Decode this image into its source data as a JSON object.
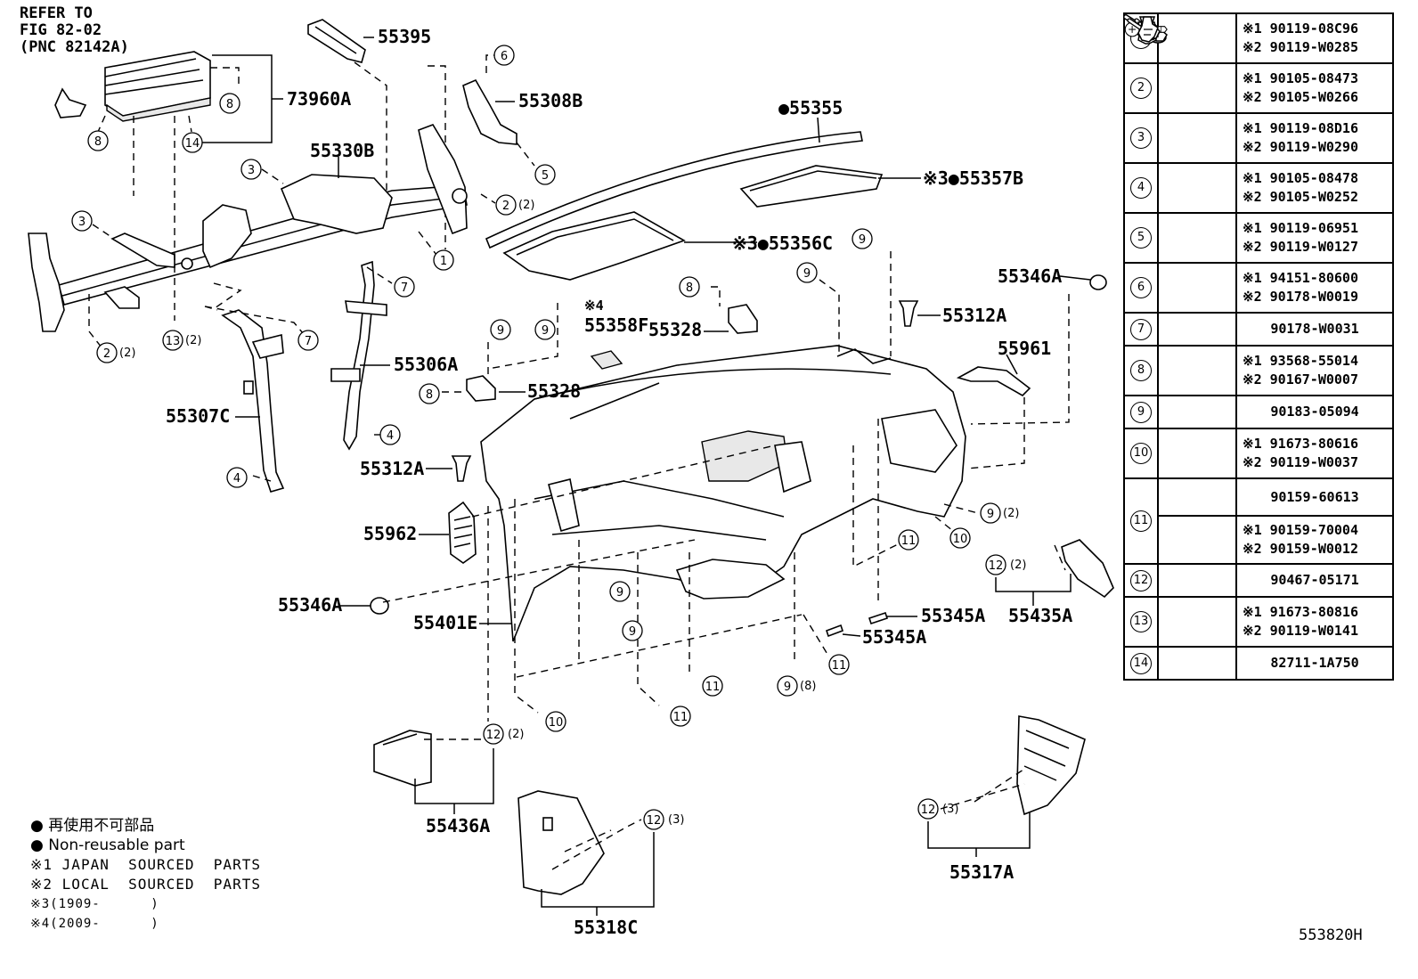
{
  "ref_note": {
    "line1": "REFER TO",
    "line2": "FIG 82-02",
    "line3": "(PNC 82142A)"
  },
  "diagram_code": "553820H",
  "labels": {
    "p55395": "55395",
    "p73960A": "73960A",
    "p55308B": "55308B",
    "p55330B": "55330B",
    "p55355": "●55355",
    "p55357B": "※3●55357B",
    "p55356C": "※3●55356C",
    "p55346A_r": "55346A",
    "p55312A_r": "55312A",
    "p55961": "55961",
    "p55328_a": "55328",
    "p55358F": "55358F",
    "p55358F_note": "※4",
    "p55328_b": "55328",
    "p55306A": "55306A",
    "p55307C": "55307C",
    "p55312A_l": "55312A",
    "p55962": "55962",
    "p55346A_l": "55346A",
    "p55401E": "55401E",
    "p55345A_a": "55345A",
    "p55345A_b": "55345A",
    "p55435A": "55435A",
    "p55436A": "55436A",
    "p55318C": "55318C",
    "p55317A": "55317A"
  },
  "callouts": {
    "qty2": "(2)",
    "qty3": "(3)",
    "qty8": "(8)"
  },
  "table": [
    {
      "num": "1",
      "icon": "flange-bolt-icon",
      "codes": [
        "※1 90119-08C96",
        "※2 90119-W0285"
      ]
    },
    {
      "num": "2",
      "icon": "long-bolt-icon",
      "codes": [
        "※1 90105-08473",
        "※2 90105-W0266"
      ]
    },
    {
      "num": "3",
      "icon": "flange-bolt-icon",
      "codes": [
        "※1 90119-08D16",
        "※2 90119-W0290"
      ]
    },
    {
      "num": "4",
      "icon": "short-bolt-icon",
      "codes": [
        "※1 90105-08478",
        "※2 90105-W0252"
      ]
    },
    {
      "num": "5",
      "icon": "flange-bolt-icon",
      "codes": [
        "※1 90119-06951",
        "※2 90119-W0127"
      ]
    },
    {
      "num": "6",
      "icon": "nut-icon",
      "codes": [
        "※1 94151-80600",
        "※2 90178-W0019"
      ]
    },
    {
      "num": "7",
      "icon": "nut-icon",
      "codes": [
        "90178-W0031"
      ]
    },
    {
      "num": "8",
      "icon": "short-bolt-icon",
      "codes": [
        "※1 93568-55014",
        "※2 90167-W0007"
      ]
    },
    {
      "num": "9",
      "icon": "clip-nut-icon",
      "codes": [
        "90183-05094"
      ]
    },
    {
      "num": "10",
      "icon": "flange-bolt-icon",
      "codes": [
        "※1 91673-80616",
        "※2 90119-W0037"
      ]
    },
    {
      "num": "11",
      "icon": "screw-icon",
      "codes": [
        "90159-60613",
        "※1 90159-70004",
        "※2 90159-W0012"
      ]
    },
    {
      "num": "12",
      "icon": "clip-icon",
      "codes": [
        "90467-05171"
      ]
    },
    {
      "num": "13",
      "icon": "flange-bolt-icon",
      "codes": [
        "※1 91673-80816",
        "※2 90119-W0141"
      ]
    },
    {
      "num": "14",
      "icon": "clamp-icon",
      "codes": [
        "82711-1A750"
      ]
    }
  ],
  "legend": {
    "nonreusable_jp": "再使用不可部品",
    "nonreusable_en": "Non-reusable part",
    "note1": "※1 JAPAN  SOURCED  PARTS",
    "note2": "※2 LOCAL  SOURCED  PARTS",
    "note3": "※3(1909-      )",
    "note4": "※4(2009-      )"
  }
}
